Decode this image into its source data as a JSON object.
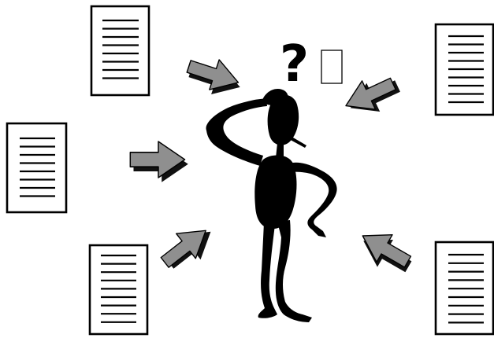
{
  "scene": {
    "question_mark": "?",
    "documents": [
      {
        "name": "document-top-left",
        "lines": 8
      },
      {
        "name": "document-mid-left",
        "lines": 8
      },
      {
        "name": "document-bottom-left",
        "lines": 9
      },
      {
        "name": "document-top-right",
        "lines": 9
      },
      {
        "name": "document-bottom-right",
        "lines": 9
      }
    ],
    "arrows": [
      {
        "name": "arrow-top-left"
      },
      {
        "name": "arrow-mid-left"
      },
      {
        "name": "arrow-bottom-left"
      },
      {
        "name": "arrow-top-right"
      },
      {
        "name": "arrow-bottom-right"
      }
    ],
    "colors": {
      "arrow_fill": "#8f8f8f",
      "ink": "#000000",
      "paper": "#ffffff"
    }
  }
}
